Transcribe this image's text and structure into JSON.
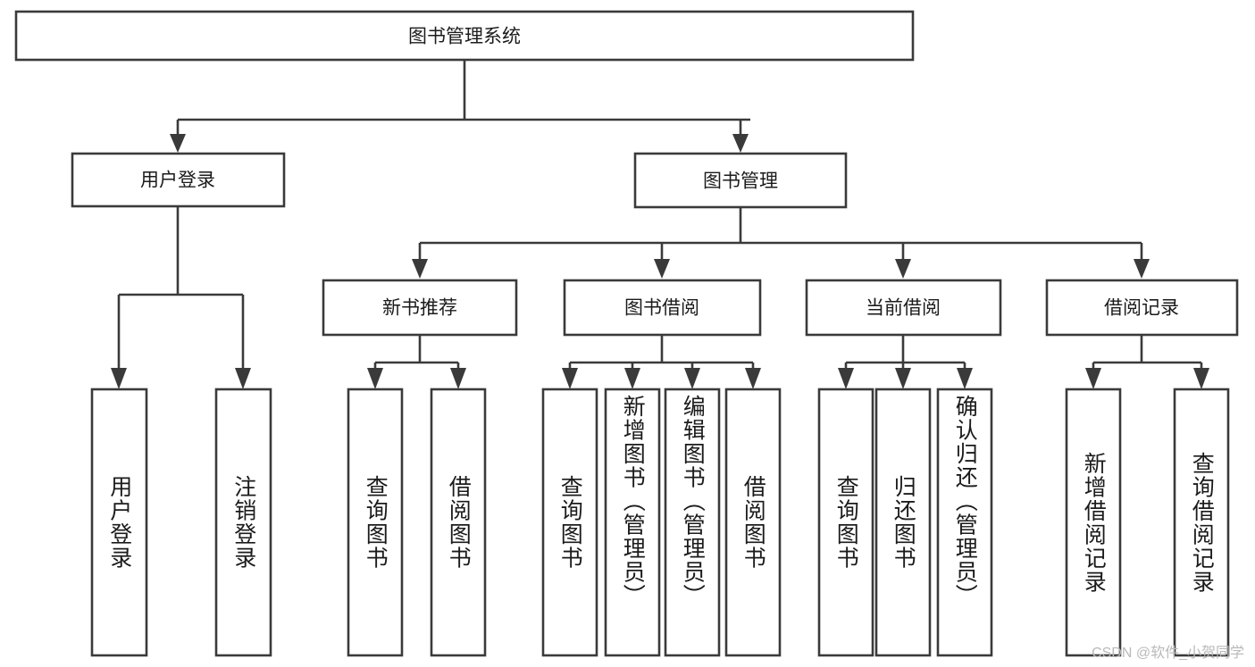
{
  "diagram": {
    "type": "tree",
    "title_node": {
      "label": "图书管理系统"
    },
    "level2": [
      {
        "id": "user-login",
        "label": "用户登录"
      },
      {
        "id": "book-manage",
        "label": "图书管理"
      }
    ],
    "level3": [
      {
        "id": "new-book-recommend",
        "label": "新书推荐",
        "parent": "book-manage"
      },
      {
        "id": "book-borrow",
        "label": "图书借阅",
        "parent": "book-manage"
      },
      {
        "id": "current-borrow",
        "label": "当前借阅",
        "parent": "book-manage"
      },
      {
        "id": "borrow-record",
        "label": "借阅记录",
        "parent": "book-manage"
      }
    ],
    "leaves": [
      {
        "id": "leaf-user-login",
        "label": "用户登录",
        "parent": "user-login"
      },
      {
        "id": "leaf-user-logout",
        "label": "注销登录",
        "parent": "user-login"
      },
      {
        "id": "leaf-query-book-1",
        "label": "查询图书",
        "parent": "new-book-recommend"
      },
      {
        "id": "leaf-borrow-book-1",
        "label": "借阅图书",
        "parent": "new-book-recommend"
      },
      {
        "id": "leaf-query-book-2",
        "label": "查询图书",
        "parent": "book-borrow"
      },
      {
        "id": "leaf-add-book",
        "label": "新增图书（管理员）",
        "parent": "book-borrow"
      },
      {
        "id": "leaf-edit-book",
        "label": "编辑图书（管理员）",
        "parent": "book-borrow"
      },
      {
        "id": "leaf-borrow-book-2",
        "label": "借阅图书",
        "parent": "book-borrow"
      },
      {
        "id": "leaf-query-book-3",
        "label": "查询图书",
        "parent": "current-borrow"
      },
      {
        "id": "leaf-return-book",
        "label": "归还图书",
        "parent": "current-borrow"
      },
      {
        "id": "leaf-confirm-return",
        "label": "确认归还（管理员）",
        "parent": "current-borrow"
      },
      {
        "id": "leaf-add-record",
        "label": "新增借阅记录",
        "parent": "borrow-record"
      },
      {
        "id": "leaf-query-record",
        "label": "查询借阅记录",
        "parent": "borrow-record"
      }
    ],
    "colors": {
      "stroke": "#3a3a3a",
      "box_fill": "#ffffff",
      "text": "#1b1b1b",
      "background": "#ffffff",
      "watermark": "#b9b9b9"
    }
  },
  "watermark": {
    "text": "CSDN @软件_小贺同学"
  }
}
